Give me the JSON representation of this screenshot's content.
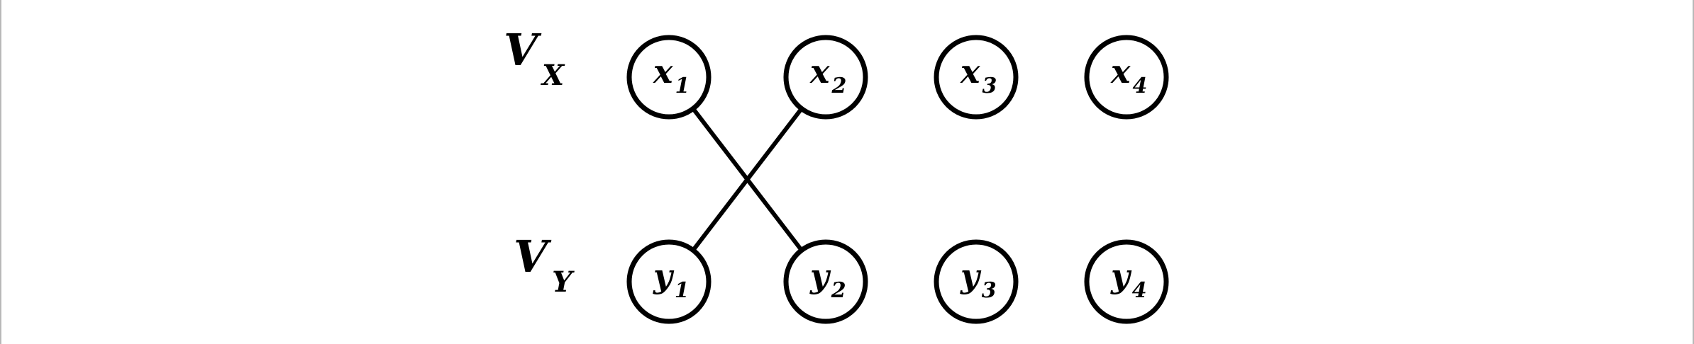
{
  "sets": {
    "top": {
      "label": "V",
      "sub": "X"
    },
    "bottom": {
      "label": "V",
      "sub": "Y"
    }
  },
  "nodes_top": [
    {
      "id": "x1",
      "name": "x",
      "sub": "1"
    },
    {
      "id": "x2",
      "name": "x",
      "sub": "2"
    },
    {
      "id": "x3",
      "name": "x",
      "sub": "3"
    },
    {
      "id": "x4",
      "name": "x",
      "sub": "4"
    }
  ],
  "nodes_bottom": [
    {
      "id": "y1",
      "name": "y",
      "sub": "1"
    },
    {
      "id": "y2",
      "name": "y",
      "sub": "2"
    },
    {
      "id": "y3",
      "name": "y",
      "sub": "3"
    },
    {
      "id": "y4",
      "name": "y",
      "sub": "4"
    }
  ],
  "edges": [
    {
      "from": "x1",
      "to": "y2"
    },
    {
      "from": "x2",
      "to": "y1"
    }
  ],
  "colors": {
    "stroke": "#000000",
    "fill": "#ffffff",
    "border": "#b8b8b8"
  }
}
